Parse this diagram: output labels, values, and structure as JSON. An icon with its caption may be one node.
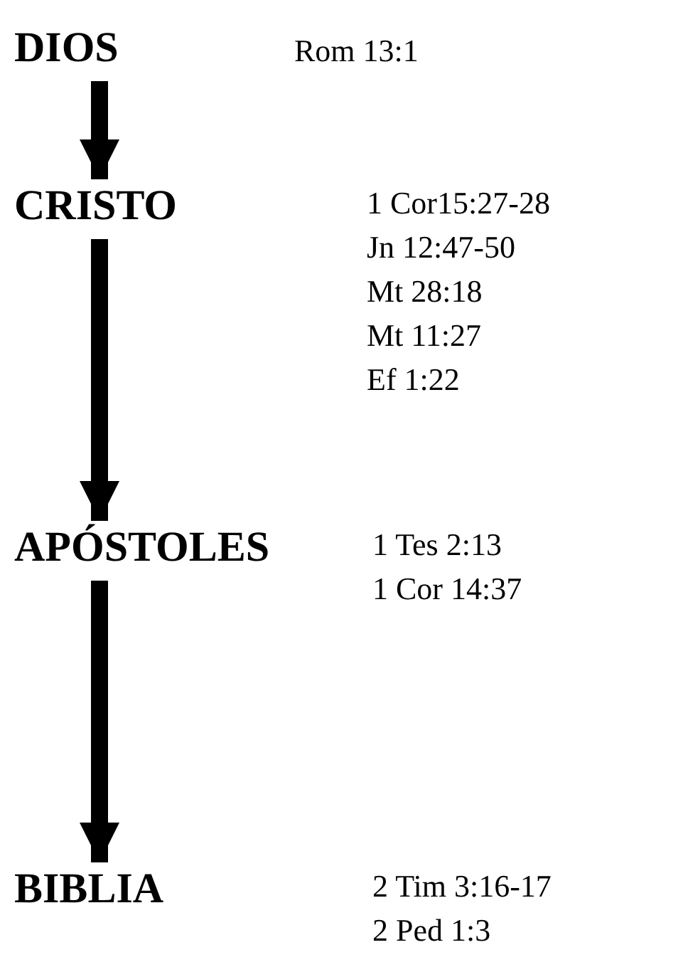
{
  "diagram": {
    "nodes": [
      {
        "text": [
          "DIOS"
        ]
      },
      {
        "text": [
          "CRISTO"
        ]
      },
      {
        "text": [
          "APÓSTOLES"
        ]
      },
      {
        "text": [
          "BIBLIA"
        ]
      }
    ],
    "edges": [
      {
        "from": 0,
        "to": 1,
        "arrow": "to"
      },
      {
        "from": 1,
        "to": 2,
        "arrow": "to"
      },
      {
        "from": 2,
        "to": 3,
        "arrow": "to"
      }
    ],
    "labels": [
      "Rom 13:1",
      "1 Cor15:27-28",
      "Jn 12:47-50",
      "Mt 28:18",
      "Mt 11:27",
      "Ef 1:22",
      "1 Tes 2:13",
      "1 Cor 14:37",
      "2 Tim 3:16-17",
      "2 Ped 1:3"
    ]
  }
}
